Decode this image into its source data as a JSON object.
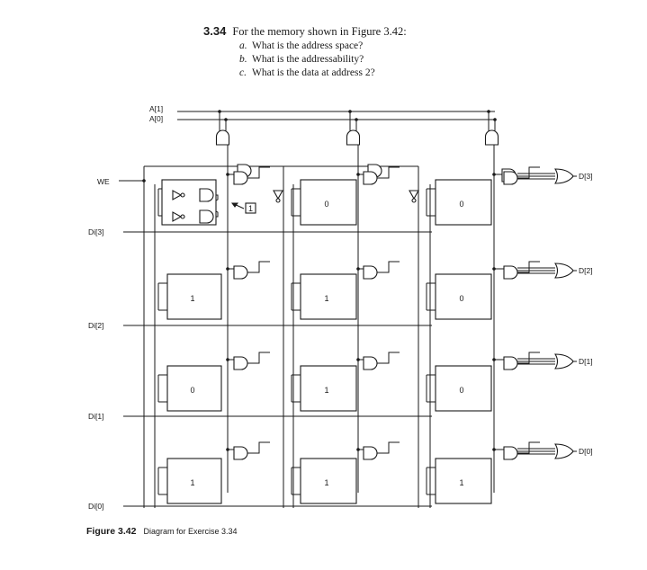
{
  "exercise": {
    "number": "3.34",
    "prompt": "For the memory shown in Figure 3.42:",
    "parts": [
      {
        "letter": "a.",
        "text": "What is the address space?"
      },
      {
        "letter": "b.",
        "text": "What is the addressability?"
      },
      {
        "letter": "c.",
        "text": "What is the data at address 2?"
      }
    ]
  },
  "signals": {
    "address_inputs": [
      "A[1]",
      "A[0]"
    ],
    "write_enable": "WE",
    "data_inputs": [
      "Di[3]",
      "Di[2]",
      "Di[1]",
      "Di[0]"
    ],
    "data_outputs": [
      "D[3]",
      "D[2]",
      "D[1]",
      "D[0]"
    ]
  },
  "memory_cells": [
    [
      "",
      "0",
      "0"
    ],
    [
      "1",
      "1",
      "0"
    ],
    [
      "0",
      "1",
      "0"
    ],
    [
      "1",
      "1",
      "1"
    ]
  ],
  "callout": "1",
  "caption": {
    "label": "Figure 3.42",
    "text": "Diagram for Exercise 3.34"
  }
}
